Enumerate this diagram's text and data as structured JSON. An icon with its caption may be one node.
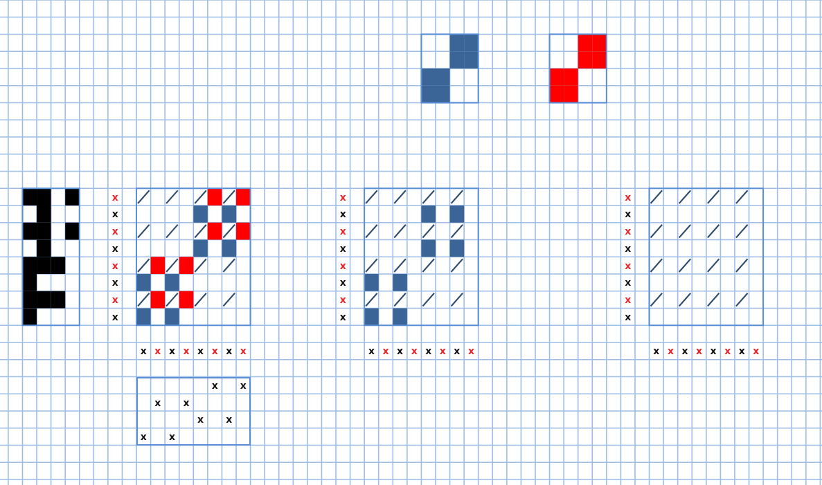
{
  "diagram": {
    "nodes": [
      {
        "text": [
          "x",
          "x",
          "x",
          "x",
          "x",
          "x",
          "x",
          "x"
        ]
      }
    ],
    "labels": [
      "x",
      "x",
      "x",
      "x",
      "x",
      "x",
      "x",
      "x",
      "x",
      "x",
      "x",
      "x",
      "x",
      "x",
      "x",
      "x",
      "x",
      "x",
      "x",
      "x",
      "x",
      "x",
      "x",
      "x",
      "x",
      "x",
      "x",
      "x",
      "x",
      "x",
      "x",
      "x",
      "x",
      "x",
      "x",
      "x",
      "x",
      "x",
      "x",
      "x",
      "x",
      "x",
      "x",
      "x",
      "x",
      "x",
      "x",
      "x"
    ]
  }
}
